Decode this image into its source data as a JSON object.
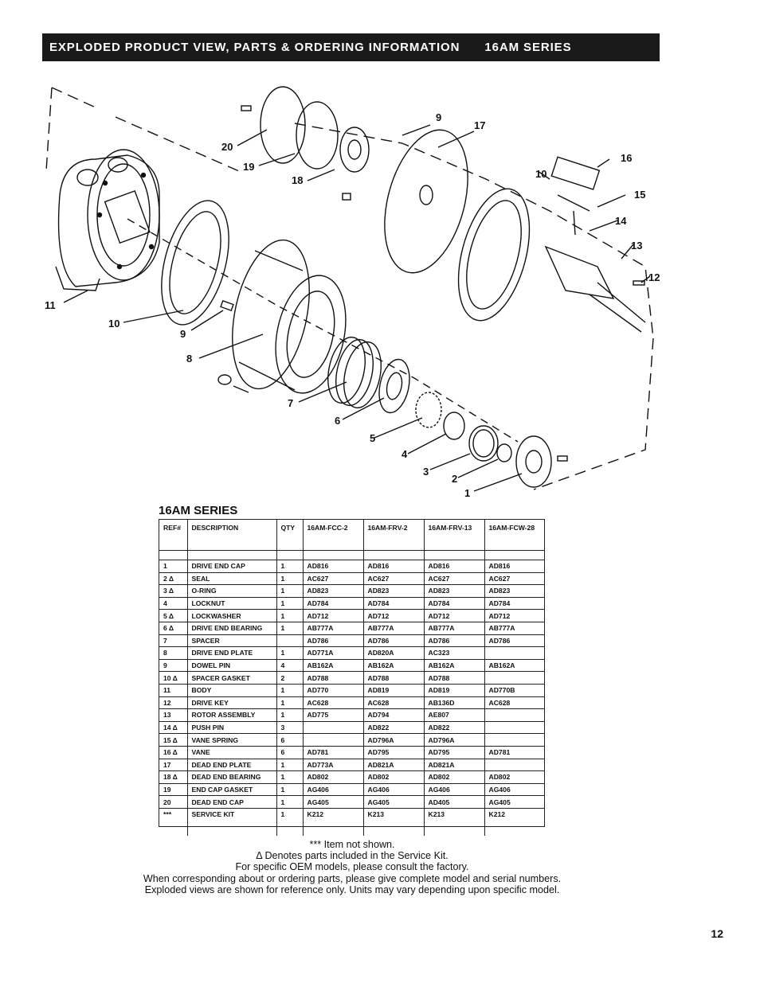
{
  "header": {
    "title": "EXPLODED PRODUCT VIEW, PARTS & ORDERING INFORMATION",
    "series": "16AM SERIES"
  },
  "diagram": {
    "callouts": [
      "1",
      "2",
      "3",
      "4",
      "5",
      "6",
      "7",
      "8",
      "9",
      "10",
      "11",
      "12",
      "13",
      "14",
      "15",
      "16",
      "17",
      "18",
      "19",
      "20",
      "9",
      "10"
    ]
  },
  "table": {
    "title": "16AM SERIES",
    "columns": [
      "REF#",
      "DESCRIPTION",
      "QTY",
      "16AM-FCC-2",
      "16AM-FRV-2",
      "16AM-FRV-13",
      "16AM-FCW-28"
    ],
    "rows": [
      [
        "1",
        "DRIVE END CAP",
        "1",
        "AD816",
        "AD816",
        "AD816",
        "AD816"
      ],
      [
        "2 Δ",
        "SEAL",
        "1",
        "AC627",
        "AC627",
        "AC627",
        "AC627"
      ],
      [
        "3 Δ",
        "O-RING",
        "1",
        "AD823",
        "AD823",
        "AD823",
        "AD823"
      ],
      [
        "4",
        "LOCKNUT",
        "1",
        "AD784",
        "AD784",
        "AD784",
        "AD784"
      ],
      [
        "5 Δ",
        "LOCKWASHER",
        "1",
        "AD712",
        "AD712",
        "AD712",
        "AD712"
      ],
      [
        "6 Δ",
        "DRIVE END BEARING",
        "1",
        "AB777A",
        "AB777A",
        "AB777A",
        "AB777A"
      ],
      [
        "7",
        "SPACER",
        "",
        "AD786",
        "AD786",
        "AD786",
        "AD786"
      ],
      [
        "8",
        "DRIVE END PLATE",
        "1",
        "AD771A",
        "AD820A",
        "AC323",
        ""
      ],
      [
        "9",
        "DOWEL PIN",
        "4",
        "AB162A",
        "AB162A",
        "AB162A",
        "AB162A"
      ],
      [
        "10 Δ",
        "SPACER GASKET",
        "2",
        "AD788",
        "AD788",
        "AD788",
        ""
      ],
      [
        "11",
        "BODY",
        "1",
        "AD770",
        "AD819",
        "AD819",
        "AD770B"
      ],
      [
        "12",
        "DRIVE KEY",
        "1",
        "AC628",
        "AC628",
        "AB136D",
        "AC628"
      ],
      [
        "13",
        "ROTOR ASSEMBLY",
        "1",
        "AD775",
        "AD794",
        "AE807",
        ""
      ],
      [
        "14 Δ",
        "PUSH PIN",
        "3",
        "",
        "AD822",
        "AD822",
        ""
      ],
      [
        "15 Δ",
        "VANE SPRING",
        "6",
        "",
        "AD796A",
        "AD796A",
        ""
      ],
      [
        "16 Δ",
        "VANE",
        "6",
        "AD781",
        "AD795",
        "AD795",
        "AD781"
      ],
      [
        "17",
        "DEAD END PLATE",
        "1",
        "AD773A",
        "AD821A",
        "AD821A",
        ""
      ],
      [
        "18 Δ",
        "DEAD END BEARING",
        "1",
        "AD802",
        "AD802",
        "AD802",
        "AD802"
      ],
      [
        "19",
        "END CAP GASKET",
        "1",
        "AG406",
        "AG406",
        "AG406",
        "AG406"
      ],
      [
        "20",
        "DEAD END CAP",
        "1",
        "AG405",
        "AG405",
        "AD405",
        "AG405"
      ],
      [
        "***",
        "SERVICE KIT",
        "1",
        "K212",
        "K213",
        "K213",
        "K212"
      ]
    ]
  },
  "notes": [
    "***  Item not shown.",
    "Δ  Denotes parts included in the Service Kit.",
    "For specific OEM models, please consult the factory.",
    "When corresponding about or ordering parts, please give complete model and serial numbers.",
    "Exploded views are shown for reference only.  Units may vary depending upon specific model."
  ],
  "page_number": "12"
}
